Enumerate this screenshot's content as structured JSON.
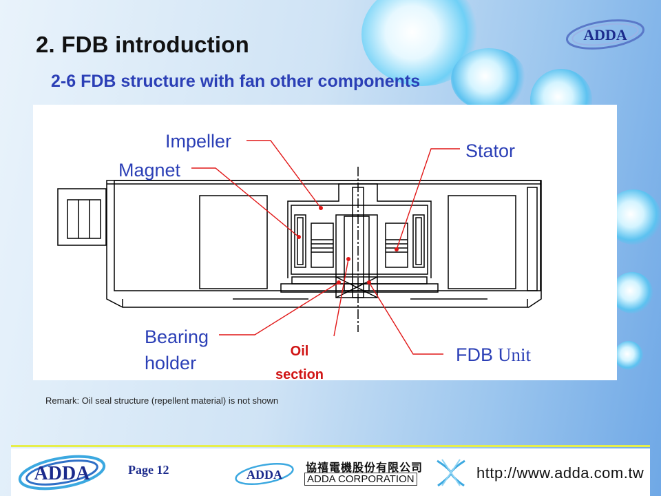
{
  "slide": {
    "title": "2. FDB introduction",
    "subtitle": "2-6 FDB structure with fan other components",
    "remark": "Remark: Oil seal structure (repellent material) is not shown"
  },
  "diagram": {
    "labels": {
      "impeller": "Impeller",
      "magnet": "Magnet",
      "stator": "Stator",
      "bearing_holder_line1": "Bearing",
      "bearing_holder_line2": "holder",
      "oil_section_line1": "Oil",
      "oil_section_line2": "section",
      "fdb_unit_prefix": "FDB",
      "fdb_unit_suffix": "Unit"
    },
    "colors": {
      "label_blue": "#2b3fb6",
      "label_red": "#d01414",
      "leader_red": "#e11717"
    }
  },
  "footer": {
    "page": "Page 12",
    "logo_text": "ADDA",
    "corp_cn": "協禧電機股份有限公司",
    "corp_en": "ADDA CORPORATION",
    "website": "http://www.adda.com.tw"
  },
  "brand": {
    "logo_text": "ADDA",
    "navy": "#1b2a8c",
    "footer_accent": "#e6ee4a"
  }
}
